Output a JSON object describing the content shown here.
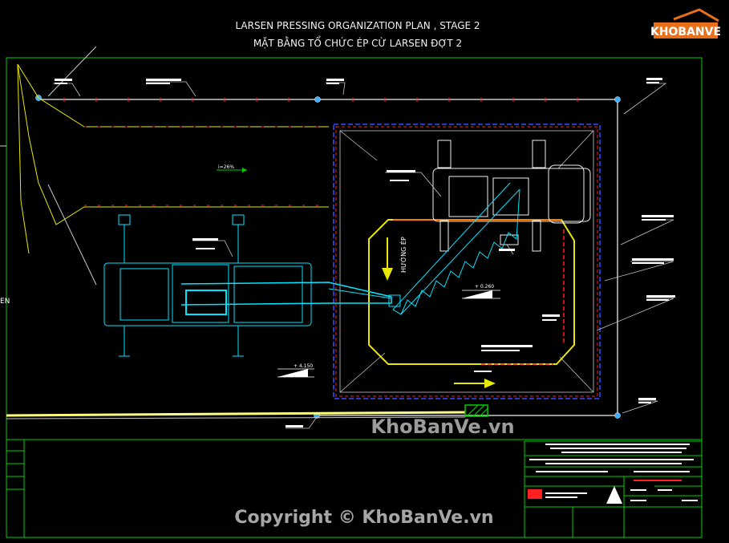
{
  "title": {
    "line1": "LARSEN PRESSING ORGANIZATION PLAN , STAGE 2",
    "line2": "MẶT BẰNG TỔ CHỨC ÉP CỪ LARSEN ĐỢT 2"
  },
  "annotations": {
    "slope": "i=26%",
    "press_direction": "HƯỚNG ÉP",
    "level_inner": "+ 0.260",
    "level_outer": "+ 4.150",
    "side_letter": "EN"
  },
  "watermarks": {
    "logo_text": "KHOBANVE",
    "center": "KhoBanVe.vn",
    "copyright": "Copyright © KhoBanVe.vn"
  },
  "colors": {
    "frame": "#00d000",
    "crane": "#00e5ff",
    "boundary": "#c8c8c8",
    "pit_outline": "#e8e800",
    "sheet_pile": "#ff2020",
    "blue_dash": "#3050ff",
    "text": "#ffffff",
    "logo_orange": "#e8701a"
  }
}
